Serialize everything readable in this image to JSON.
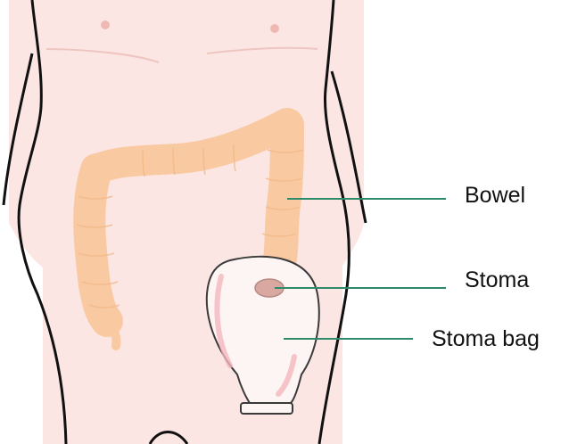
{
  "labels": {
    "bowel": "Bowel",
    "stoma": "Stoma",
    "stoma_bag": "Stoma bag"
  },
  "colors": {
    "skin": "#fbe6e3",
    "skin_shade": "#f6d2ce",
    "outline": "#111111",
    "bowel": "#f9c9a2",
    "bowel_line": "#f0b98a",
    "stoma": "#d9a8a0",
    "bag_fill": "#fdf4f4",
    "bag_line": "#3a3a3a",
    "bag_highlight": "#f2b7bd",
    "leader_line": "#2e8b6a"
  }
}
